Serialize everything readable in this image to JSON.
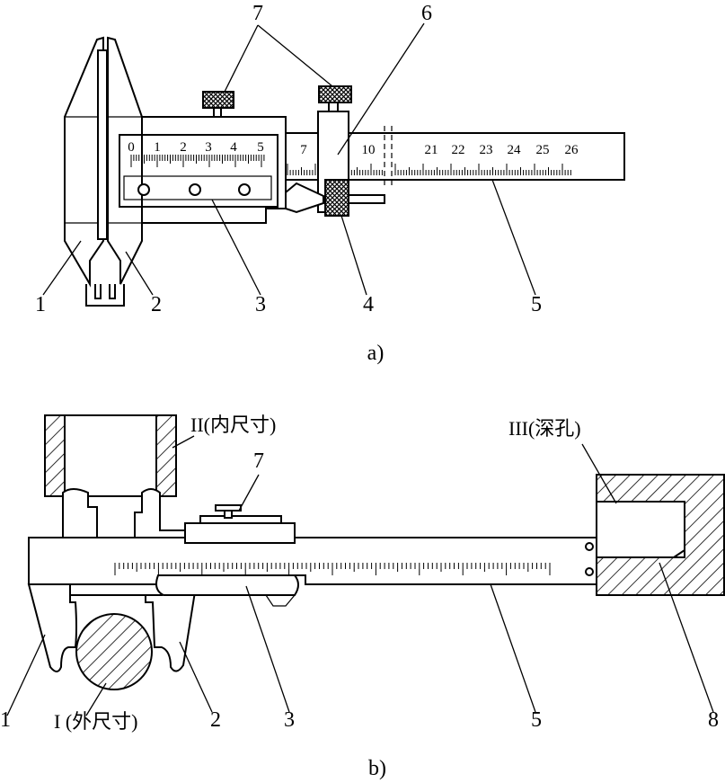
{
  "figure_a": {
    "caption": "a)",
    "callouts": {
      "n1": "1",
      "n2": "2",
      "n3": "3",
      "n4": "4",
      "n5": "5",
      "n6": "6",
      "n7": "7",
      "n7b": "7"
    },
    "vernier_scale_labels": [
      "0",
      "1",
      "2",
      "3",
      "4",
      "5"
    ],
    "main_scale_labels_left": [
      "7",
      "10"
    ],
    "main_scale_labels_right": [
      "21",
      "22",
      "23",
      "24",
      "25",
      "26"
    ]
  },
  "figure_b": {
    "caption": "b)",
    "callouts": {
      "n1": "1",
      "n2": "2",
      "n3": "3",
      "n5": "5",
      "n7": "7",
      "n8": "8"
    },
    "label_outer": "I (外尺寸)",
    "label_inner": "II(内尺寸)",
    "label_depth": "III(深孔)"
  }
}
